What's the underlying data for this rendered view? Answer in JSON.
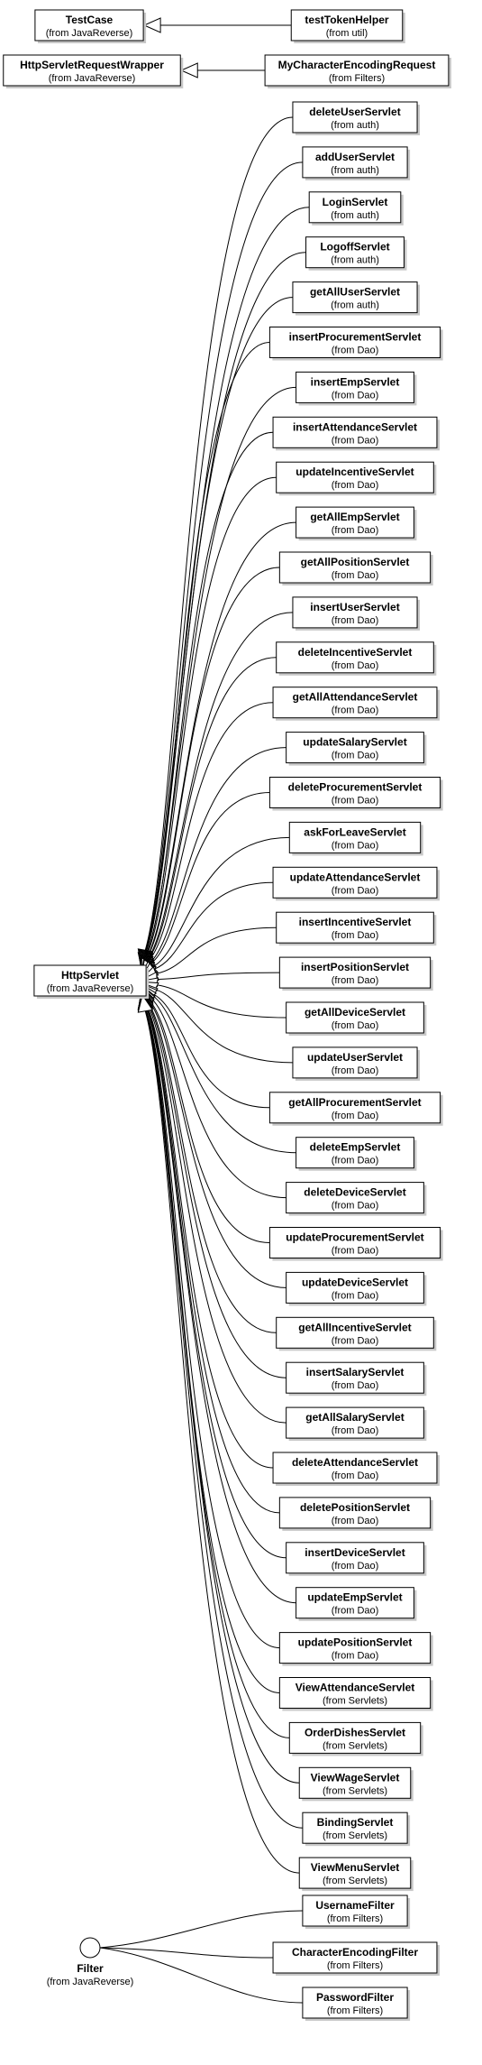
{
  "diagram": {
    "top_classes": [
      {
        "name": "TestCase",
        "pkg": "(from JavaReverse)"
      },
      {
        "name": "HttpServletRequestWrapper",
        "pkg": "(from JavaReverse)"
      }
    ],
    "top_subclasses": [
      {
        "name": "testTokenHelper",
        "pkg": "(from util)"
      },
      {
        "name": "MyCharacterEncodingRequest",
        "pkg": "(from Filters)"
      }
    ],
    "servlet_base": {
      "name": "HttpServlet",
      "pkg": "(from JavaReverse)"
    },
    "servlets": [
      {
        "name": "deleteUserServlet",
        "pkg": "(from auth)"
      },
      {
        "name": "addUserServlet",
        "pkg": "(from auth)"
      },
      {
        "name": "LoginServlet",
        "pkg": "(from auth)"
      },
      {
        "name": "LogoffServlet",
        "pkg": "(from auth)"
      },
      {
        "name": "getAllUserServlet",
        "pkg": "(from auth)"
      },
      {
        "name": "insertProcurementServlet",
        "pkg": "(from Dao)"
      },
      {
        "name": "insertEmpServlet",
        "pkg": "(from Dao)"
      },
      {
        "name": "insertAttendanceServlet",
        "pkg": "(from Dao)"
      },
      {
        "name": "updateIncentiveServlet",
        "pkg": "(from Dao)"
      },
      {
        "name": "getAllEmpServlet",
        "pkg": "(from Dao)"
      },
      {
        "name": "getAllPositionServlet",
        "pkg": "(from Dao)"
      },
      {
        "name": "insertUserServlet",
        "pkg": "(from Dao)"
      },
      {
        "name": "deleteIncentiveServlet",
        "pkg": "(from Dao)"
      },
      {
        "name": "getAllAttendanceServlet",
        "pkg": "(from Dao)"
      },
      {
        "name": "updateSalaryServlet",
        "pkg": "(from Dao)"
      },
      {
        "name": "deleteProcurementServlet",
        "pkg": "(from Dao)"
      },
      {
        "name": "askForLeaveServlet",
        "pkg": "(from Dao)"
      },
      {
        "name": "updateAttendanceServlet",
        "pkg": "(from Dao)"
      },
      {
        "name": "insertIncentiveServlet",
        "pkg": "(from Dao)"
      },
      {
        "name": "insertPositionServlet",
        "pkg": "(from Dao)"
      },
      {
        "name": "getAllDeviceServlet",
        "pkg": "(from Dao)"
      },
      {
        "name": "updateUserServlet",
        "pkg": "(from Dao)"
      },
      {
        "name": "getAllProcurementServlet",
        "pkg": "(from Dao)"
      },
      {
        "name": "deleteEmpServlet",
        "pkg": "(from Dao)"
      },
      {
        "name": "deleteDeviceServlet",
        "pkg": "(from Dao)"
      },
      {
        "name": "updateProcurementServlet",
        "pkg": "(from Dao)"
      },
      {
        "name": "updateDeviceServlet",
        "pkg": "(from Dao)"
      },
      {
        "name": "getAllIncentiveServlet",
        "pkg": "(from Dao)"
      },
      {
        "name": "insertSalaryServlet",
        "pkg": "(from Dao)"
      },
      {
        "name": "getAllSalaryServlet",
        "pkg": "(from Dao)"
      },
      {
        "name": "deleteAttendanceServlet",
        "pkg": "(from Dao)"
      },
      {
        "name": "deletePositionServlet",
        "pkg": "(from Dao)"
      },
      {
        "name": "insertDeviceServlet",
        "pkg": "(from Dao)"
      },
      {
        "name": "updateEmpServlet",
        "pkg": "(from Dao)"
      },
      {
        "name": "updatePositionServlet",
        "pkg": "(from Dao)"
      },
      {
        "name": "ViewAttendanceServlet",
        "pkg": "(from Servlets)"
      },
      {
        "name": "OrderDishesServlet",
        "pkg": "(from Servlets)"
      },
      {
        "name": "ViewWageServlet",
        "pkg": "(from Servlets)"
      },
      {
        "name": "BindingServlet",
        "pkg": "(from Servlets)"
      },
      {
        "name": "ViewMenuServlet",
        "pkg": "(from Servlets)"
      }
    ],
    "filter_base": {
      "name": "Filter",
      "pkg": "(from JavaReverse)"
    },
    "filters": [
      {
        "name": "UsernameFilter",
        "pkg": "(from Filters)"
      },
      {
        "name": "CharacterEncodingFilter",
        "pkg": "(from Filters)"
      },
      {
        "name": "PasswordFilter",
        "pkg": "(from Filters)"
      }
    ]
  }
}
